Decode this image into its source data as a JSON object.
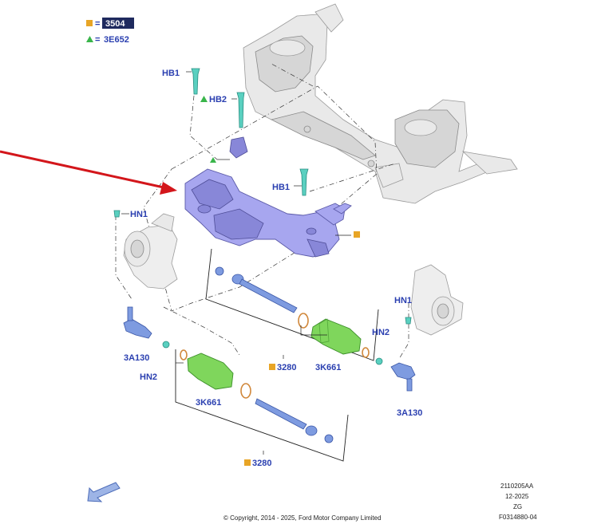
{
  "legend": {
    "square_eq": "=",
    "square_code": "3504",
    "triangle_eq": "=",
    "triangle_code": "3E652"
  },
  "labels": {
    "hb1_top": "HB1",
    "hb2": "HB2",
    "hb1_mid": "HB1",
    "hn1_left": "HN1",
    "hn1_right": "HN1",
    "hn2_right": "HN2",
    "hn2_left": "HN2",
    "a130_left": "3A130",
    "a130_right": "3A130",
    "k661_right": "3K661",
    "k661_left": "3K661",
    "p3280_upper": "3280",
    "p3280_lower": "3280"
  },
  "footer": {
    "copyright": "© Copyright, 2014 - 2025, Ford Motor Company Limited",
    "ref_line1": "2110205AA",
    "ref_line2": "12-2025",
    "ref_line3": "ZG",
    "ref_line4": "F0314880-04"
  },
  "colors": {
    "label_blue": "#2a3fb0",
    "rack_purple": "#a7a6ef",
    "boot_green": "#7fd65c",
    "bolt_cyan": "#5ad0c0",
    "arrow_red": "#d3161b",
    "marker_orange": "#e8a526",
    "marker_green": "#39b54a"
  },
  "icons": {
    "square_marker": "square-icon",
    "triangle_marker": "triangle-icon",
    "pointer_arrow": "red-arrow-icon",
    "orientation_arrow": "direction-arrow-icon"
  }
}
